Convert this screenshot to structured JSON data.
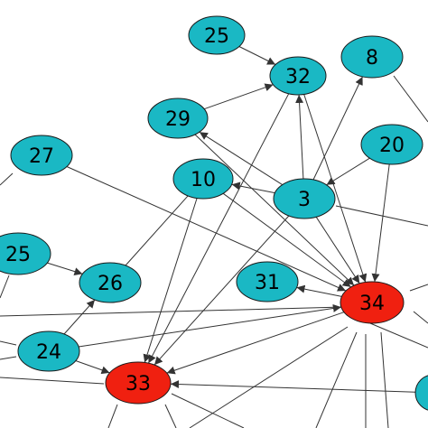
{
  "colors": {
    "normal_node": "#1ab8c4",
    "highlight_node": "#f02010",
    "edge": "#333333",
    "background": "#ffffff"
  },
  "nodes": [
    {
      "id": "n25a",
      "label": "25",
      "kind": "normal"
    },
    {
      "id": "n32",
      "label": "32",
      "kind": "normal"
    },
    {
      "id": "n8",
      "label": "8",
      "kind": "normal"
    },
    {
      "id": "n29",
      "label": "29",
      "kind": "normal"
    },
    {
      "id": "n20",
      "label": "20",
      "kind": "normal"
    },
    {
      "id": "n27",
      "label": "27",
      "kind": "normal"
    },
    {
      "id": "n10",
      "label": "10",
      "kind": "normal"
    },
    {
      "id": "n3",
      "label": "3",
      "kind": "normal"
    },
    {
      "id": "n25b",
      "label": "25",
      "kind": "normal"
    },
    {
      "id": "n26",
      "label": "26",
      "kind": "normal"
    },
    {
      "id": "n31",
      "label": "31",
      "kind": "normal"
    },
    {
      "id": "n34",
      "label": "34",
      "kind": "highlight"
    },
    {
      "id": "n24",
      "label": "24",
      "kind": "normal"
    },
    {
      "id": "n33",
      "label": "33",
      "kind": "highlight"
    },
    {
      "id": "nedge",
      "label": "",
      "kind": "normal"
    }
  ],
  "edges": [
    {
      "from": "n25a",
      "to": "n32",
      "arrow": true
    },
    {
      "from": "n29",
      "to": "n32",
      "arrow": true
    },
    {
      "from": "n3",
      "to": "n29",
      "arrow": true
    },
    {
      "from": "n3",
      "to": "n10",
      "arrow": true
    },
    {
      "from": "n3",
      "to": "n8",
      "arrow": true
    },
    {
      "from": "n20",
      "to": "n3",
      "arrow": true
    },
    {
      "from": "n32",
      "to": "n34",
      "arrow": true
    },
    {
      "from": "n32",
      "to": "n33",
      "arrow": true
    },
    {
      "from": "n3",
      "to": "n34",
      "arrow": true
    },
    {
      "from": "n3",
      "to": "n33",
      "arrow": true
    },
    {
      "from": "n29",
      "to": "n34",
      "arrow": true
    },
    {
      "from": "n10",
      "to": "n34",
      "arrow": true
    },
    {
      "from": "n10",
      "to": "n33",
      "arrow": true
    },
    {
      "from": "n27",
      "to": "n34",
      "arrow": true
    },
    {
      "from": "n25b",
      "to": "n26",
      "arrow": true
    },
    {
      "from": "n24",
      "to": "n26",
      "arrow": true
    },
    {
      "from": "n26",
      "to": "n10",
      "arrow": false
    },
    {
      "from": "n24",
      "to": "n33",
      "arrow": true
    },
    {
      "from": "n24",
      "to": "n34",
      "arrow": true
    },
    {
      "from": "n34",
      "to": "n31",
      "arrow": true
    },
    {
      "from": "n20",
      "to": "n34",
      "arrow": true
    },
    {
      "from": "n34",
      "to": "n33",
      "arrow": true
    },
    {
      "from": "nedge",
      "to": "n33",
      "arrow": true
    },
    {
      "from": "n3",
      "to": "n32",
      "arrow": true
    }
  ]
}
